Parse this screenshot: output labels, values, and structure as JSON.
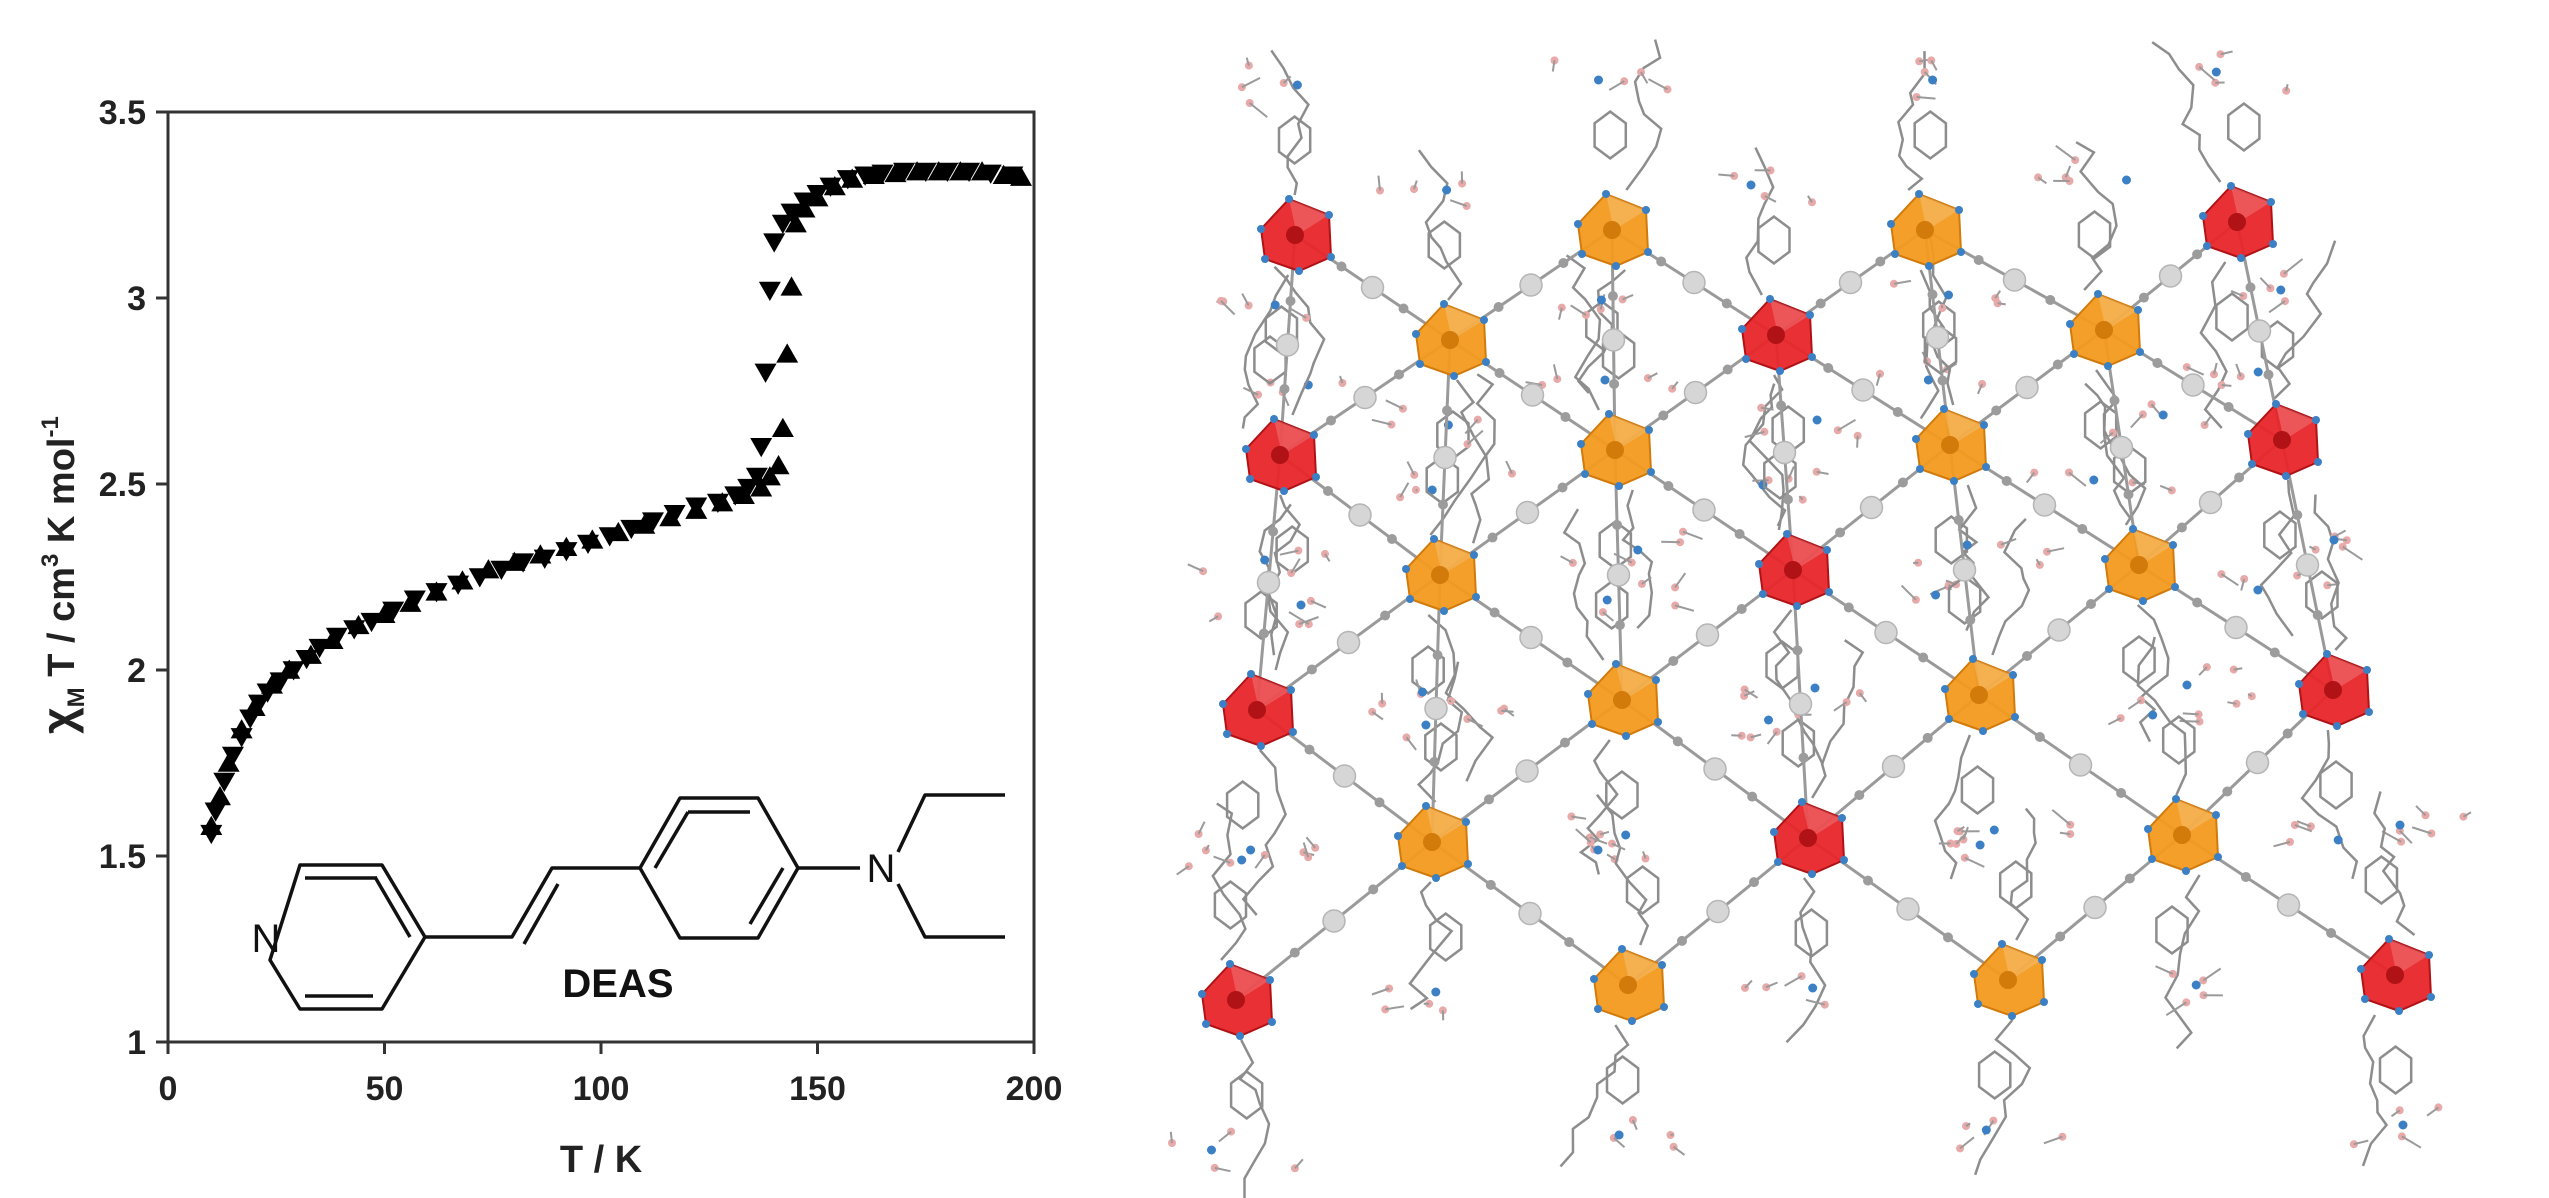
{
  "chart_data": {
    "type": "scatter",
    "xlabel": "T / K",
    "ylabel": {
      "chi": "χ",
      "sub": "M",
      "rest1": " T / cm",
      "sup": "3",
      "rest2": " K mol",
      "sup2": "-1"
    },
    "xlim": [
      0,
      200
    ],
    "ylim": [
      1,
      3.5
    ],
    "x_ticks": [
      0,
      50,
      100,
      150,
      200
    ],
    "y_ticks": [
      1,
      1.5,
      2,
      2.5,
      3,
      3.5
    ],
    "x_tick_labels": [
      "0",
      "50",
      "100",
      "150",
      "200"
    ],
    "y_tick_labels": [
      "1",
      "1.5",
      "2",
      "2.5",
      "3",
      "3.5"
    ],
    "grid": false,
    "series": [
      {
        "marker": "triangle-down",
        "color": "#000000",
        "points": [
          [
            10,
            1.56
          ],
          [
            11,
            1.62
          ],
          [
            13,
            1.7
          ],
          [
            15,
            1.77
          ],
          [
            17,
            1.82
          ],
          [
            19,
            1.87
          ],
          [
            21,
            1.91
          ],
          [
            23,
            1.94
          ],
          [
            26,
            1.97
          ],
          [
            29,
            2.0
          ],
          [
            32,
            2.03
          ],
          [
            35,
            2.06
          ],
          [
            39,
            2.09
          ],
          [
            43,
            2.11
          ],
          [
            47,
            2.13
          ],
          [
            52,
            2.16
          ],
          [
            57,
            2.19
          ],
          [
            62,
            2.21
          ],
          [
            67,
            2.23
          ],
          [
            72,
            2.25
          ],
          [
            77,
            2.27
          ],
          [
            82,
            2.29
          ],
          [
            87,
            2.3
          ],
          [
            92,
            2.32
          ],
          [
            97,
            2.34
          ],
          [
            102,
            2.36
          ],
          [
            107,
            2.38
          ],
          [
            112,
            2.4
          ],
          [
            117,
            2.42
          ],
          [
            122,
            2.44
          ],
          [
            127,
            2.45
          ],
          [
            131,
            2.47
          ],
          [
            134,
            2.49
          ],
          [
            136,
            2.52
          ],
          [
            137,
            2.6
          ],
          [
            138,
            2.8
          ],
          [
            139,
            3.02
          ],
          [
            140,
            3.15
          ],
          [
            142,
            3.2
          ],
          [
            144,
            3.23
          ],
          [
            147,
            3.26
          ],
          [
            150,
            3.28
          ],
          [
            153,
            3.3
          ],
          [
            157,
            3.32
          ],
          [
            161,
            3.33
          ],
          [
            165,
            3.335
          ],
          [
            170,
            3.34
          ],
          [
            175,
            3.34
          ],
          [
            180,
            3.34
          ],
          [
            185,
            3.34
          ],
          [
            190,
            3.335
          ],
          [
            195,
            3.33
          ]
        ]
      },
      {
        "marker": "triangle-up",
        "color": "#000000",
        "points": [
          [
            10,
            1.58
          ],
          [
            12,
            1.66
          ],
          [
            14,
            1.75
          ],
          [
            17,
            1.84
          ],
          [
            20,
            1.9
          ],
          [
            24,
            1.96
          ],
          [
            28,
            2.0
          ],
          [
            33,
            2.04
          ],
          [
            38,
            2.08
          ],
          [
            44,
            2.12
          ],
          [
            50,
            2.15
          ],
          [
            56,
            2.18
          ],
          [
            62,
            2.21
          ],
          [
            68,
            2.24
          ],
          [
            74,
            2.27
          ],
          [
            80,
            2.29
          ],
          [
            86,
            2.31
          ],
          [
            92,
            2.33
          ],
          [
            98,
            2.35
          ],
          [
            104,
            2.37
          ],
          [
            110,
            2.39
          ],
          [
            116,
            2.41
          ],
          [
            122,
            2.43
          ],
          [
            128,
            2.45
          ],
          [
            133,
            2.47
          ],
          [
            137,
            2.49
          ],
          [
            139,
            2.52
          ],
          [
            141,
            2.55
          ],
          [
            142,
            2.65
          ],
          [
            143,
            2.85
          ],
          [
            144,
            3.03
          ],
          [
            145,
            3.2
          ],
          [
            147,
            3.24
          ],
          [
            150,
            3.27
          ],
          [
            154,
            3.3
          ],
          [
            158,
            3.32
          ],
          [
            163,
            3.33
          ],
          [
            168,
            3.335
          ],
          [
            173,
            3.34
          ],
          [
            178,
            3.34
          ],
          [
            183,
            3.34
          ],
          [
            188,
            3.34
          ],
          [
            193,
            3.33
          ],
          [
            197,
            3.325
          ]
        ]
      }
    ],
    "inset_structure_label": "DEAS",
    "inset_atom_labels": [
      "N",
      "N"
    ]
  },
  "colors": {
    "axis": "#333333",
    "marker": "#000000",
    "polyhedron_red": "#e8262a",
    "polyhedron_orange": "#f29a1f",
    "bond_gray": "#9a9a9a",
    "sphere_white": "#d6d6d6",
    "atom_blue": "#3b7fc4",
    "atom_pink": "#e8a9a9"
  }
}
